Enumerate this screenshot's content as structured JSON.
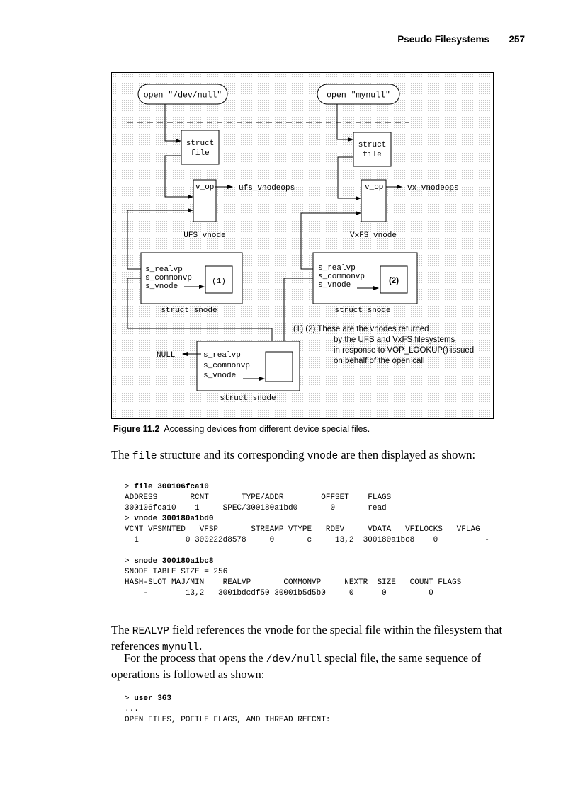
{
  "header": {
    "title": "Pseudo Filesystems",
    "page_number": "257"
  },
  "figure": {
    "open_left": "open \"/dev/null\"",
    "open_right": "open \"mynull\"",
    "struct_file_line1": "struct",
    "struct_file_line2": "file",
    "v_op": "v_op",
    "ufs_vnodeops": "ufs_vnodeops",
    "vx_vnodeops": "vx_vnodeops",
    "ufs_vnode": "UFS vnode",
    "vxfs_vnode": "VxFS vnode",
    "s_realvp": "s_realvp",
    "s_commonvp": "s_commonvp",
    "s_vnode": "s_vnode",
    "marker_1": "(1)",
    "marker_2": "(2)",
    "struct_snode": "struct snode",
    "null_label": "NULL",
    "note_line1": "(1) (2) These are the vnodes returned",
    "note_line2": "by the UFS and VxFS filesystems",
    "note_line3": "in response to VOP_LOOKUP() issued",
    "note_line4": "on behalf of the open call"
  },
  "caption": {
    "label": "Figure 11.2",
    "text": "Accessing devices from different device special files."
  },
  "para1": {
    "a": "The ",
    "code1": "file",
    "b": " structure and its corresponding ",
    "code2": "vnode",
    "c": " are then displayed as shown:"
  },
  "code1": {
    "prompt1": "> ",
    "cmd1": "file 300106fca10",
    "h1": "ADDRESS       RCNT       TYPE/ADDR        OFFSET    FLAGS",
    "r1": "300106fca10    1     SPEC/300180a1bd0       0       read",
    "prompt2": "> ",
    "cmd2": "vnode 300180a1bd0",
    "h2": "VCNT VFSMNTED   VFSP       STREAMP VTYPE   RDEV     VDATA   VFILOCKS   VFLAG",
    "r2": "  1          0 300222d8578     0       c     13,2  300180a1bc8    0          -",
    "prompt3": "> ",
    "cmd3": "snode 300180a1bc8",
    "l1": "SNODE TABLE SIZE = 256",
    "h3": "HASH-SLOT MAJ/MIN    REALVP       COMMONVP     NEXTR  SIZE   COUNT FLAGS",
    "r3": "    -        13,2   3001bdcdf50 30001b5d5b0     0      0         0"
  },
  "para2": {
    "a": "The ",
    "code1": "REALVP",
    "b": " field references the vnode for the special file within the filesystem that references ",
    "code2": "mynull",
    "c": "."
  },
  "para3": {
    "a": "For the process that opens the ",
    "code1": "/dev/null",
    "b": " special file, the same sequence of operations is followed as shown:"
  },
  "code2": {
    "prompt1": "> ",
    "cmd1": "user 363",
    "l1": "...",
    "l2": "OPEN FILES, POFILE FLAGS, AND THREAD REFCNT:"
  }
}
